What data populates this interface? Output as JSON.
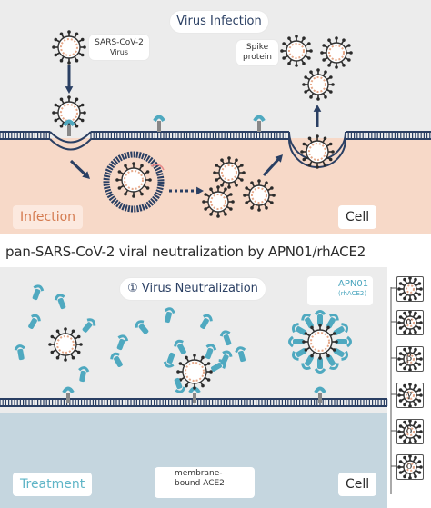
{
  "top_panel": {
    "title": "Virus  Infection",
    "virus_label_line1": "SARS-CoV-2",
    "virus_label_line2": "Virus",
    "spike_label_line1": "Spike",
    "spike_label_line2": "protein",
    "corner_left": "Infection",
    "corner_right": "Cell"
  },
  "middle_title": "pan-SARS-CoV-2 viral neutralization by APN01/rhACE2",
  "bottom_panel": {
    "title": "① Virus Neutralization",
    "apn_label": "APN01",
    "apn_sub": "(rhACE2)",
    "corner_left": "Treatment",
    "corner_right": "Cell",
    "legend_line1": "membrane-",
    "legend_line2": "bound ACE2"
  },
  "variants": [
    "",
    "α",
    "β",
    "γ",
    "δ",
    "o"
  ],
  "colors": {
    "top_bg": "#ececec",
    "cell_bg": "#f7d9c8",
    "bottom_cell_bg": "#c5d6df",
    "membrane": "#2a3f63",
    "virus_ring": "#e6a98a",
    "receptor": "#4fa9c0",
    "title_text": "#2a3f63",
    "treatment_text": "#5fb5c7"
  }
}
